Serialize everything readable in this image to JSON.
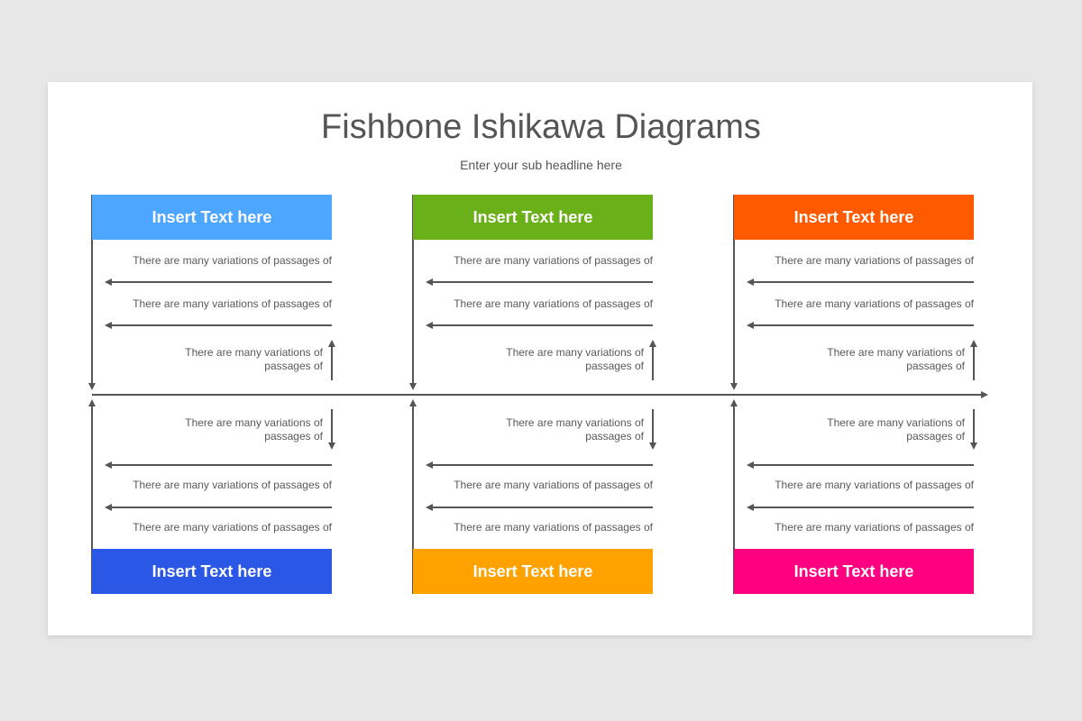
{
  "title": "Fishbone Ishikawa Diagrams",
  "subtitle": "Enter your sub headline here",
  "colors": {
    "line": "#555555",
    "top": [
      "#4da6ff",
      "#6ab019",
      "#ff5a00"
    ],
    "bottom": [
      "#2b57e6",
      "#ffa200",
      "#ff0080"
    ]
  },
  "top_boxes": [
    "Insert Text here",
    "Insert Text here",
    "Insert Text here"
  ],
  "bottom_boxes": [
    "Insert Text here",
    "Insert Text here",
    "Insert Text here"
  ],
  "top_causes": [
    [
      "There are many variations of passages of",
      "There are many variations of passages of",
      "There are many variations of passages of"
    ],
    [
      "There are many variations of passages of",
      "There are many variations of passages of",
      "There are many variations of passages of"
    ],
    [
      "There are many variations of passages of",
      "There are many variations of passages of",
      "There are many variations of passages of"
    ]
  ],
  "bottom_causes": [
    [
      "There are many variations of passages of",
      "There are many variations of passages of",
      "There are many variations of passages of"
    ],
    [
      "There are many variations of passages of",
      "There are many variations of passages of",
      "There are many variations of passages of"
    ],
    [
      "There are many variations of passages of",
      "There are many variations of passages of",
      "There are many variations of passages of"
    ]
  ]
}
